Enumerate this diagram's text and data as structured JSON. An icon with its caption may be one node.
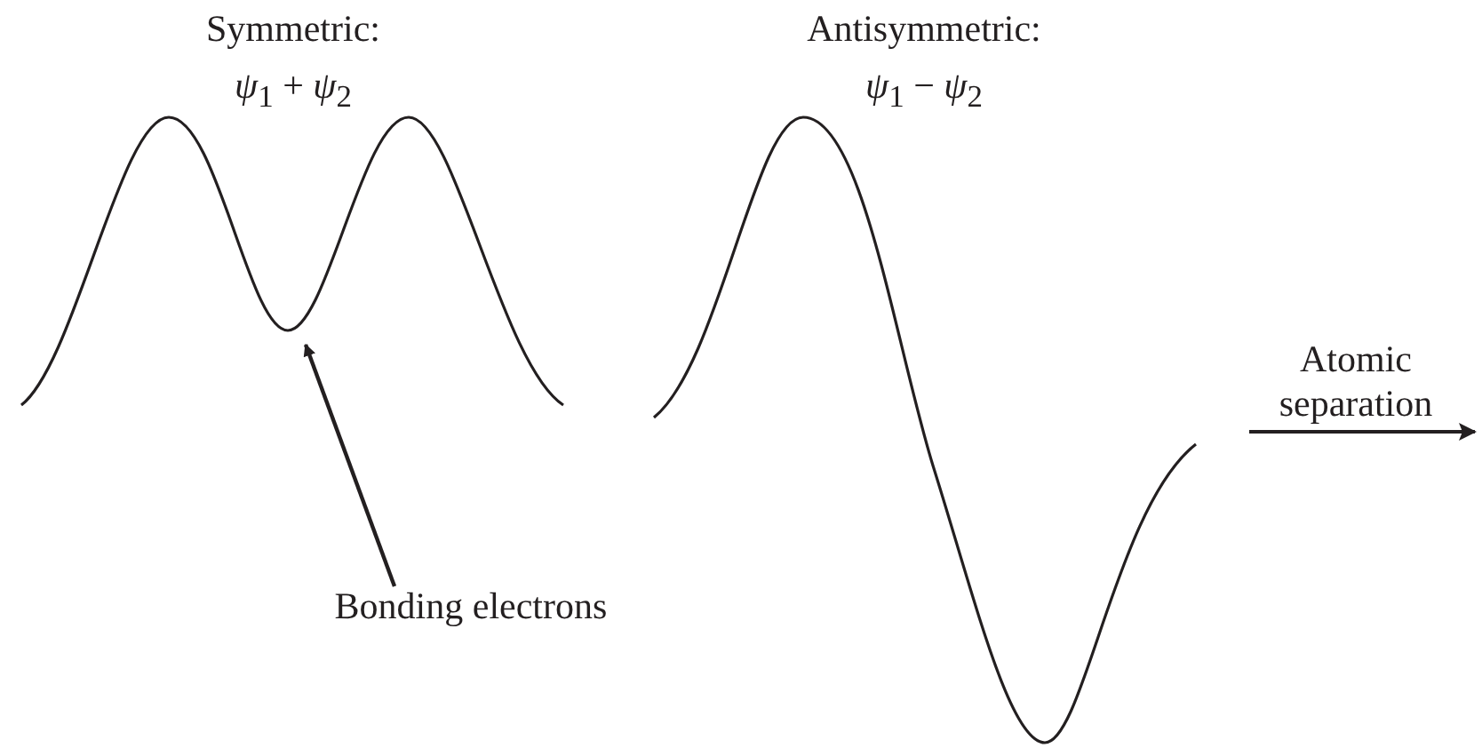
{
  "diagram": {
    "nodes": [
      {
        "text": [
          "Bonding electrons"
        ]
      },
      {
        "text": [],
        "shape": "picture"
      }
    ],
    "edges": [
      {
        "from": 0,
        "to": 1,
        "arrow": "to"
      }
    ],
    "labels": [
      "Symmetric:",
      "*ψ*$_{1}$ + *ψ*$_{2}$",
      "Antisymmetric:",
      "*ψ*$_{1}$ − *ψ*$_{2}$",
      "Atomic separation"
    ]
  }
}
